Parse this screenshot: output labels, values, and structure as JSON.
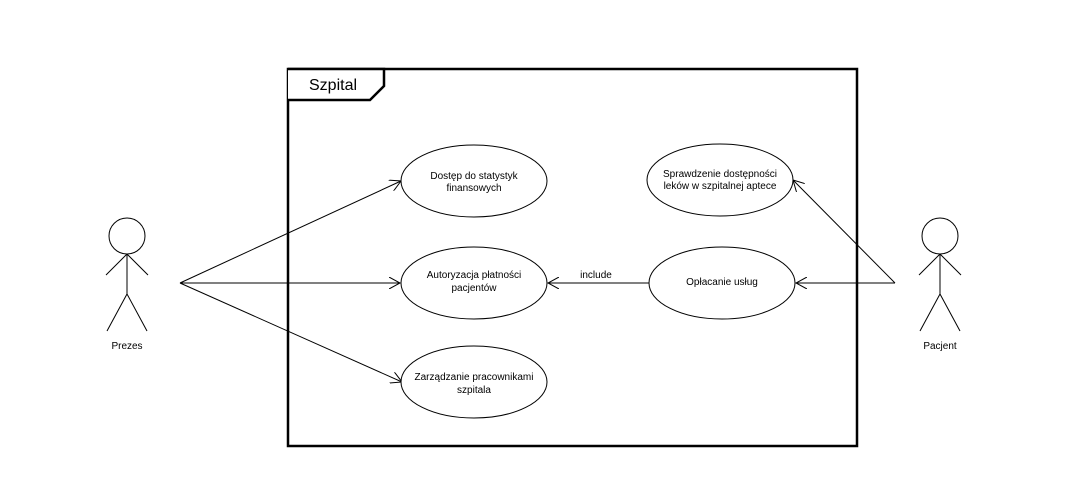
{
  "system": {
    "title": "Szpital"
  },
  "actors": {
    "prezes": {
      "name": "Prezes"
    },
    "pacjent": {
      "name": "Pacjent"
    }
  },
  "use_cases": {
    "statystyki": {
      "line1": "Dostęp do statystyk",
      "line2": "finansowych"
    },
    "autoryzacja": {
      "line1": "Autoryzacja płatności",
      "line2": "pacjentów"
    },
    "zarzadzanie": {
      "line1": "Zarządzanie pracownikami",
      "line2": "szpitala"
    },
    "leki": {
      "line1": "Sprawdzenie dostępności",
      "line2": "leków w szpitalnej aptece"
    },
    "oplacanie": {
      "line1": "Opłacanie usług"
    }
  },
  "relations": {
    "include_label": "include"
  }
}
